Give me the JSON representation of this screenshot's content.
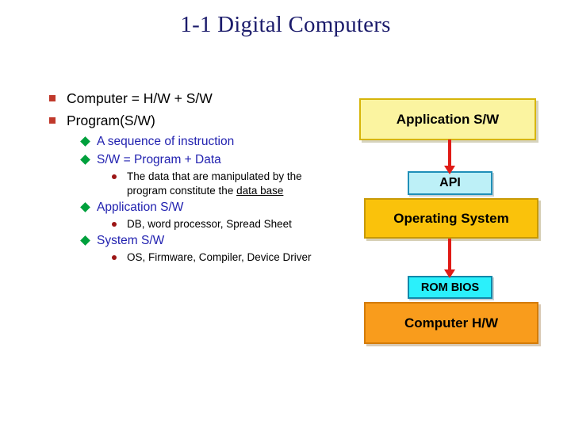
{
  "slide": {
    "title": "1-1 Digital Computers",
    "background_color": "#ffffff",
    "title_color": "#1b1b6b"
  },
  "bullets": [
    {
      "level": 1,
      "marker": "square-bullet",
      "text": "Computer = H/W + S/W"
    },
    {
      "level": 1,
      "marker": "square-bullet",
      "text": "Program(S/W)"
    },
    {
      "level": 2,
      "marker": "diamond-bullet",
      "text": "A sequence of instruction"
    },
    {
      "level": 2,
      "marker": "diamond-bullet",
      "text": "S/W = Program + Data"
    },
    {
      "level": 3,
      "marker": "dot-bullet",
      "text": "The data that are manipulated by the program constitute the ",
      "underlined_text": "data base"
    },
    {
      "level": 2,
      "marker": "diamond-bullet",
      "text": "Application S/W"
    },
    {
      "level": 3,
      "marker": "dot-bullet",
      "text": "DB, word processor, Spread Sheet"
    },
    {
      "level": 2,
      "marker": "diamond-bullet",
      "text": "System S/W"
    },
    {
      "level": 3,
      "marker": "dot-bullet",
      "text": "OS, Firmware, Compiler, Device Driver"
    }
  ],
  "bullet_colors": {
    "level1_marker": "#c0392b",
    "level1_text": "#000000",
    "level2_marker": "#00a03c",
    "level2_text": "#2222b0",
    "level3_marker": "#9c1515",
    "level3_text": "#000000"
  },
  "diagram": {
    "type": "layer-stack",
    "arrow_color": "#e01b16",
    "boxes": [
      {
        "id": "application",
        "label": "Application S/W",
        "fill": "#fbf4a0",
        "border": "#d6b50a"
      },
      {
        "id": "api",
        "label": "API",
        "fill": "#bdf0f7",
        "border": "#1f8fb8"
      },
      {
        "id": "operating_system",
        "label": "Operating System",
        "fill": "#fac20b",
        "border": "#c89a06"
      },
      {
        "id": "rom_bios",
        "label": "ROM BIOS",
        "fill": "#2bf0fb",
        "border": "#1188aa"
      },
      {
        "id": "computer_hardware",
        "label": "Computer H/W",
        "fill": "#f99c1c",
        "border": "#d47c08"
      }
    ],
    "arrows": [
      {
        "id": "app-to-api",
        "from": "application",
        "to": "api",
        "direction": "down"
      },
      {
        "id": "os-to-rombios",
        "from": "operating_system",
        "to": "rom_bios",
        "direction": "down"
      }
    ]
  }
}
